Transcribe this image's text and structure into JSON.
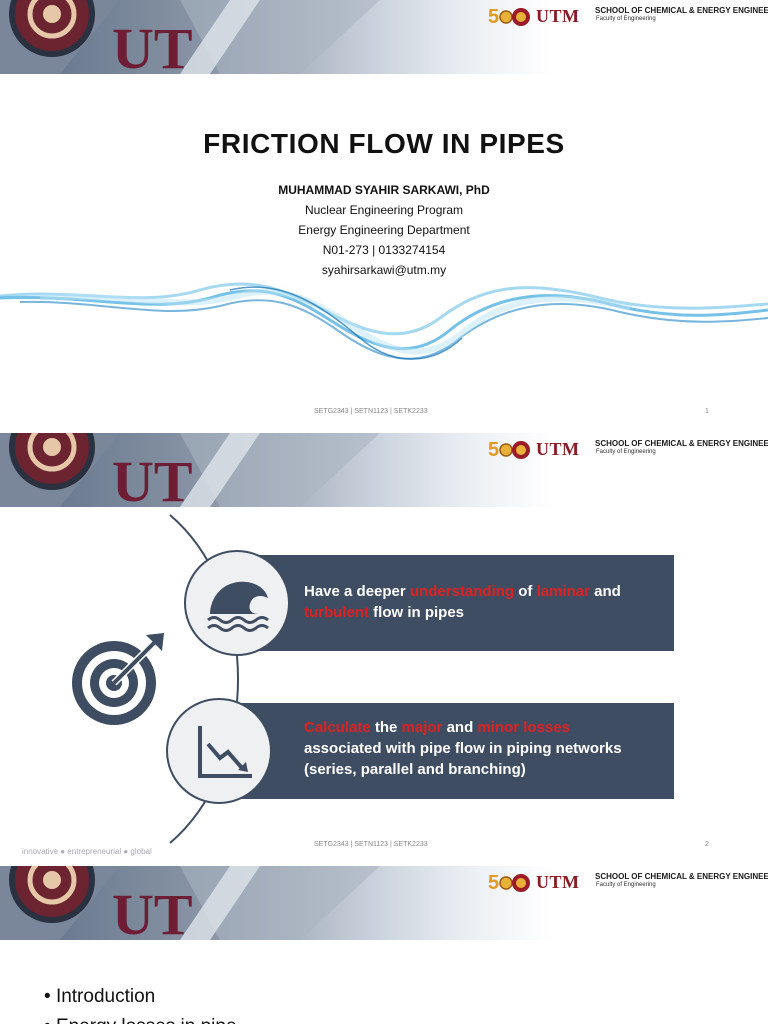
{
  "header": {
    "brand": "UTM",
    "school": "SCHOOL OF CHEMICAL & ENERGY ENGINEERING",
    "faculty": "Faculty of Engineering"
  },
  "footer": {
    "course_codes": "SETG2343 | SETN1123 | SETK2233"
  },
  "slide1": {
    "title": "FRICTION FLOW IN PIPES",
    "author": "MUHAMMAD SYAHIR SARKAWI, PhD",
    "program": "Nuclear Engineering Program",
    "department": "Energy Engineering Department",
    "contact": "N01-273 | 0133274154",
    "email": "syahirsarkawi@utm.my",
    "page": "1"
  },
  "slide2": {
    "objective1": {
      "t1": "Have a deeper ",
      "r1": "understanding",
      "t2": " of ",
      "r2": "laminar",
      "t3": " and ",
      "r3": "turbulent",
      "t4": " flow in pipes"
    },
    "objective2": {
      "r1": "Calculate",
      "t1": " the ",
      "r2": "major",
      "t2": " and ",
      "r3": "minor losses",
      "line2": "associated with pipe flow in piping networks",
      "line3": "(series, parallel and branching)"
    },
    "tagline": "innovative ● entrepreneurial ● global",
    "page": "2"
  },
  "slide3": {
    "bullets": [
      "Introduction",
      "Energy losses in pipe"
    ]
  },
  "colors": {
    "accent_box": "#3f4d62",
    "highlight": "#e02020",
    "brand": "#8b1a22"
  },
  "icons": [
    "ocean-wave-icon",
    "target-icon",
    "declining-chart-icon",
    "wave-swoosh-graphic"
  ]
}
